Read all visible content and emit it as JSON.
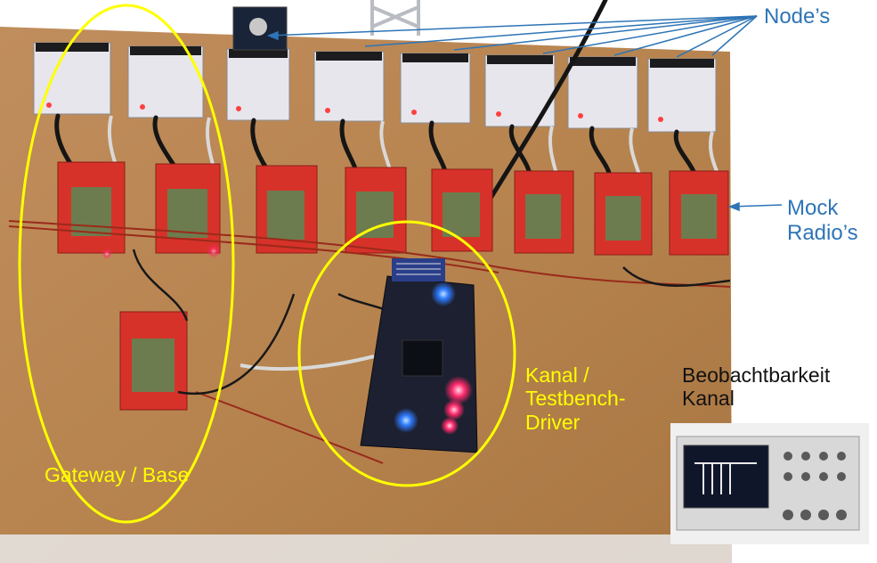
{
  "labels": {
    "nodes": "Node’s",
    "mock_radios": "Mock\nRadio’s",
    "kanal": "Kanal /\nTestbench-\nDriver",
    "gateway": "Gateway / Base",
    "observability": "Beobachtbarkeit\nKanal"
  },
  "colors": {
    "board": "#b98455",
    "annotation_blue": "#2e75b6",
    "annotation_yellow": "#ffff00",
    "pcb_red": "#d7322a",
    "nucleo_white": "#e8e8ec",
    "fpga_dark": "#1c2030",
    "led_blue": "#1e6bff",
    "led_pink": "#ff2a6a"
  },
  "icons": [
    "oscilloscope-icon"
  ]
}
